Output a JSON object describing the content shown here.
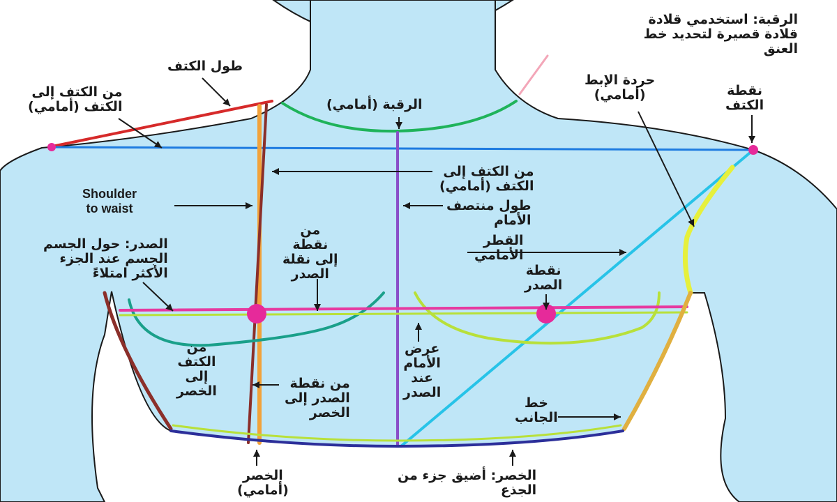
{
  "colors": {
    "body_fill": "#bfe6f7",
    "body_outline": "#1a1a1a",
    "shoulder_length": "#d62a2a",
    "shoulder_to_shoulder": "#1e7be0",
    "neck": "#1fb35a",
    "center_front": "#8a4fc8",
    "shoulder_to_waist_orange": "#f2a23a",
    "shoulder_to_waist_brown": "#8b2f2a",
    "armhole": "#e6f03c",
    "diagonal": "#27c3e8",
    "bust": "#e63aa0",
    "bust_width": "#b8e03a",
    "bust_curve": "#1aa08a",
    "side_seam": "#e0b040",
    "waist": "#2c2f9a",
    "point_marker": "#e62a9a",
    "pointer_pink": "#f3a6b8"
  },
  "labels": {
    "neck_note": "الرقبة: استخدمي قلادة\nقلادة قصيرة لتحديد خط\nالعنق",
    "shoulder_length": "طول الكتف",
    "shoulder_to_shoulder_top": "من الكتف إلى\nالكتف (أمامي)",
    "neck_front": "الرقبة (أمامي)",
    "armhole_front": "حردة الإبط\n(أمامي)",
    "shoulder_point": "نقطة\nالكتف",
    "shoulder_to_shoulder_mid": "من الكتف إلى\nالكتف (أمامي)",
    "shoulder_to_waist": "Shoulder\nto waist",
    "center_front_length": "طول منتصف\nالأمام",
    "bust_around": "الصدر: حول الجسم\nالجسم عند الجزء\nالأكثر امتلاءً",
    "point_to_bust": "من\nنقطة\nإلى نقلة\nالصدر",
    "front_diagonal": "القطر\nالأمامي",
    "bust_point": "نقطة\nالصدر",
    "front_width_bust": "عرض\nالأمام\nعند\nالصدر",
    "shoulder_to_waist_ar": "من\nالكتف\nإلى\nالخصر",
    "bust_point_to_waist": "من نقطة\nالصدر إلى\nالخصر",
    "side_line": "خط\nالجانب",
    "waist_front": "الخصر\n(أمامي)",
    "waist_narrowest": "الخصر: أضيق جزء من\nالجذع"
  }
}
